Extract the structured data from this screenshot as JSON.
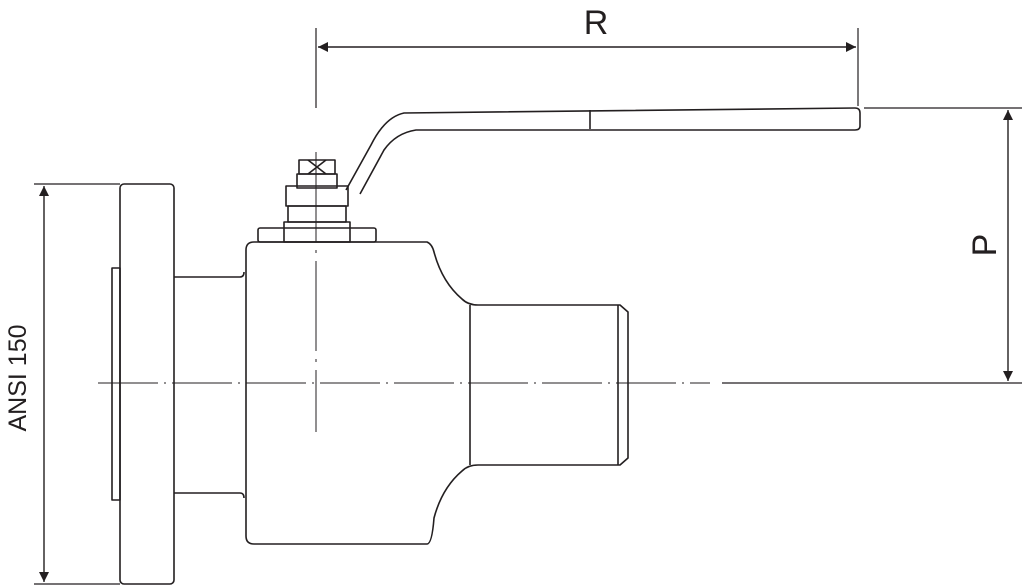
{
  "dimensions": {
    "handle_length_label": "R",
    "handle_height_label": "P",
    "flange_rating_label": "ANSI 150"
  },
  "colors": {
    "line": "#231f20",
    "background": "#ffffff"
  }
}
